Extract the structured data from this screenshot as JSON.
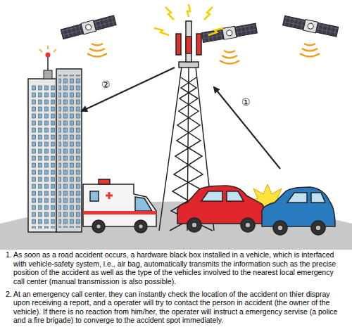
{
  "diagram": {
    "labels": [
      "①",
      "②",
      "1. As soon as a road accident occurs, a hardware black box installed in a vehicle, which is interfaced with vehicle-safety system, i.e., air bag, automatically transmits the information such as the precise position of the accident as well as the type of the vehicles involved to the nearest local emergency call center (manual transmission is also possible).",
      "2. At an emergency call center, they can instantly check the location of the accident on thier dispray upon receiving a report, and a operater will try to contact the person in accident (the owner of the vehicle). If there is no reaction from him/her, the operater will instruct a emergency servise (a police and a fire brigade) to converge to the accident spot immediately."
    ]
  }
}
